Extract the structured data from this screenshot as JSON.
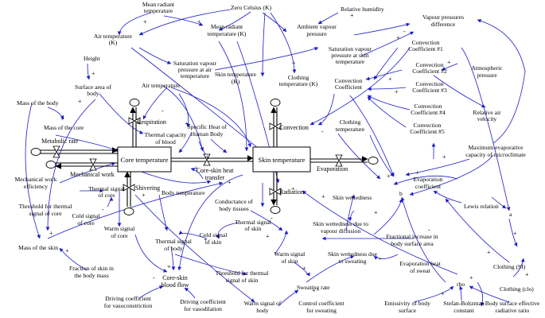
{
  "stocks": {
    "core": "Core temperature",
    "skin": "Skin temperature"
  },
  "flows": {
    "respiration": "Respiration",
    "convection": "Convection",
    "evaporation": "Evaporation",
    "radiation": "Radiation",
    "shivering": "Shivering",
    "metabolic_rate": "Metabolic rate",
    "mechanical_work": "Mechanical work",
    "core_skin_heat_transfer": [
      "Core-skin heat",
      "transfer"
    ],
    "core_skin_blood_flow": [
      "Core-skin",
      "blood flow"
    ]
  },
  "variables": {
    "mean_radiant_temperature": [
      "Mean radiant",
      "temperature"
    ],
    "zero_celsius": "Zero Celsius (K)",
    "relative_humidity": "Relative humidity",
    "vapour_pressures_difference": [
      "Vapour pressures",
      "difference"
    ],
    "air_temperature_k": [
      "Air temperature",
      "(K)"
    ],
    "mean_radiant_temperature_k": [
      "Mean radiant",
      "temperature (K)"
    ],
    "ambient_vapour_pressure": [
      "Ambient vapour",
      "pressure"
    ],
    "convection_coefficient_1": [
      "Convection",
      "Coefficient #1"
    ],
    "saturation_vapour_pressure_air": [
      "Saturation vapour",
      "pressure at air",
      "temperature"
    ],
    "saturation_vapour_pressure_skin": [
      "Saturation vapour",
      "pressure at skin",
      "temperature"
    ],
    "convection_coefficient_2": [
      "Convection",
      "Coefficient #2"
    ],
    "atmospheric_pressure": [
      "Atmospheric",
      "pressure"
    ],
    "height": "Height",
    "skin_temperature_k": [
      "Skin temperature",
      "(K)"
    ],
    "clothing_temperature_k": [
      "Clothing",
      "temperature (K)"
    ],
    "convection_coefficient": [
      "Convection",
      "Coefficient"
    ],
    "convection_coefficient_3": [
      "Convection",
      "Coefficient #3"
    ],
    "surface_area_of_body": [
      "Surface area of",
      "body"
    ],
    "air_temperature": "Air temperature",
    "relative_air_velocity": [
      "Relative air",
      "velocity"
    ],
    "convection_coefficient_4": [
      "Convection",
      "Coefficient #4"
    ],
    "mass_of_the_body": "Mass of the body",
    "specific_heat_of_human_body": [
      "Specific Heat of",
      "Human Body"
    ],
    "clothing_temperature": [
      "Clothing",
      "temperature"
    ],
    "mass_of_the_core": "Mass of the core",
    "thermal_capacity_of_blood": [
      "Thermal capacity",
      "of blood"
    ],
    "convection_coefficient_5": [
      "Convection",
      "Coefficient #5"
    ],
    "maximum_evaporative_capacity": [
      "Maximum evaporative",
      "capacity of microclimate"
    ],
    "mechanical_work_efficiency": [
      "Mechanical work",
      "efficiency"
    ],
    "evaporation_coefficient": [
      "Evaporation",
      "coefficient"
    ],
    "thermal_signal_of_core": [
      "Thermal signal",
      "of core"
    ],
    "body_temperature": "Body temperature",
    "b": "b",
    "skin_wettedness": "Skin wettedness",
    "conductance_of_body_tissues": [
      "Conductance of",
      "body tissues"
    ],
    "lewis_relation": "Lewis relation",
    "threshold_thermal_signal_core": [
      "Threshold for thermal",
      "signal of core"
    ],
    "cold_signal_of_core": [
      "Cold signal",
      "of core"
    ],
    "thermal_signal_of_skin": [
      "Thermal signal",
      "of skin"
    ],
    "a": "a",
    "skin_wettedness_vapour_diffusion": [
      "Skin wettedness due to",
      "vapour diffusion"
    ],
    "cold_signal_of_skin": [
      "Cold signal",
      "of skin"
    ],
    "warm_signal_of_core": [
      "Warm signal",
      "of core"
    ],
    "fractional_increase_surface_area": [
      "Fractional increase in",
      "body surface area"
    ],
    "mass_of_the_skin": "Mass of the skin",
    "thermal_signal_of_body": [
      "Thermal signal",
      "of body"
    ],
    "warm_signal_of_skin": [
      "Warm signal",
      "of skin"
    ],
    "skin_wettedness_sweating": [
      "Skin wettedness due",
      "to sweating"
    ],
    "clothing_si": "Clothing (SI)",
    "evaporation_heat_of_sweat": [
      "Evaporation heat",
      "of sweat"
    ],
    "fraction_of_skin_in_body_mass": [
      "Fraction of skin in",
      "the body mass"
    ],
    "threshold_thermal_signal_skin": [
      "Threshold for thermal",
      "signal of skin"
    ],
    "sweating_rate": "Sweating rate",
    "rho": "rho",
    "clothing_clo": "Clothing (clo)",
    "driving_coefficient_vasoconstriction": [
      "Driving coefficient",
      "for vasoconstriction"
    ],
    "driving_coefficient_vasodilation": [
      "Driving coefficient",
      "for vasodilation"
    ],
    "warm_signal_of_body": [
      "Warm signal of",
      "body"
    ],
    "control_coefficient_sweating": [
      "Control coefficient",
      "for sweating"
    ],
    "emissivity_of_body_surface": [
      "Emissivity of body",
      "surface"
    ],
    "stefan_boltzman_constant": [
      "Stefan-Boltzman",
      "constant"
    ],
    "body_surface_effective_radiative_ratio": [
      "Body surface effective",
      "radiative ratio"
    ]
  },
  "polarity": {
    "positive": "+",
    "negative": "-"
  },
  "colors": {
    "link": "#1c1cc8",
    "pipe": "#000000",
    "text": "#000000"
  }
}
